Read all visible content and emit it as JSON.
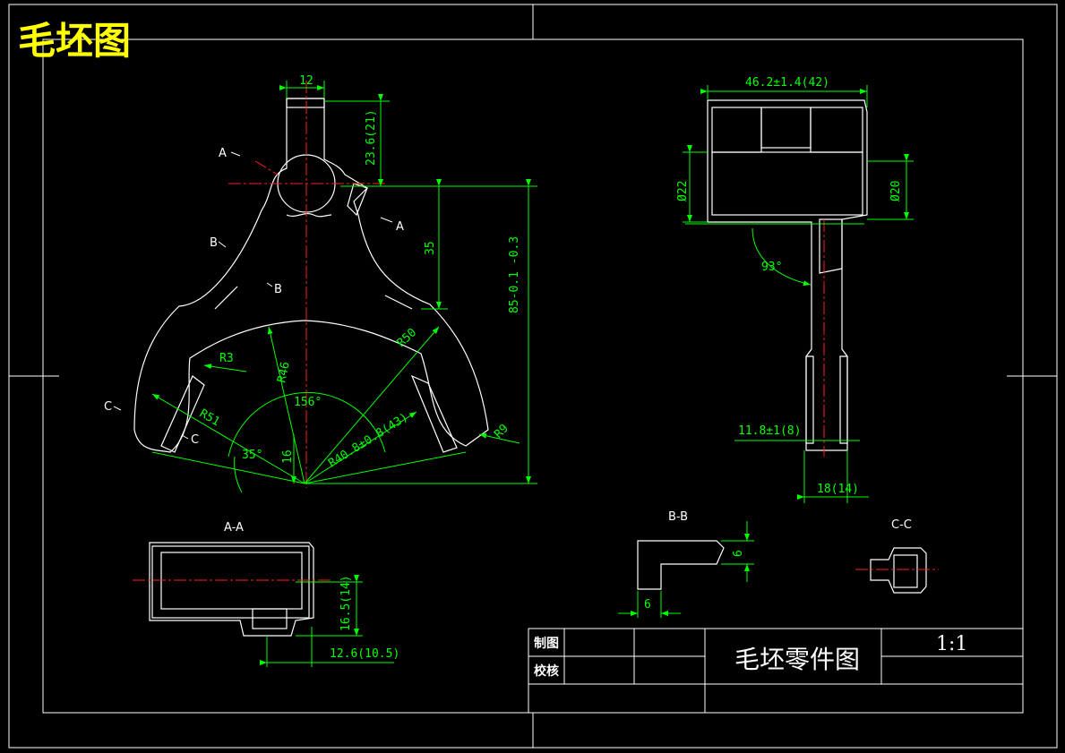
{
  "title": "毛坯图",
  "dims": {
    "d12": "12",
    "d23_6": "23.6(21)",
    "d35": "35",
    "d85": "85-0.1 -0.3",
    "r50": "R50",
    "r46": "R46",
    "r3": "R3",
    "r51": "R51",
    "r9": "R9",
    "a156": "156°",
    "a35": "35°",
    "d16": "16",
    "r40": "R40.8±0.8(43)",
    "d46": "46.2±1.4(42)",
    "d22": "Ø22",
    "d20": "Ø20",
    "a93": "93°",
    "d11_8": "11.8±1(8)",
    "d18": "18(14)",
    "d16_5": "16.5(14)",
    "d12_6": "12.6(10.5)",
    "d6a": "6",
    "d6b": "6"
  },
  "labels": {
    "a1": "A",
    "a2": "A",
    "b1": "B",
    "b2": "B",
    "c1": "C",
    "c2": "C",
    "sec_aa": "A-A",
    "sec_bb": "B-B",
    "sec_cc": "C-C"
  },
  "titleblock": {
    "drawn": "制图",
    "checked": "校核",
    "name": "毛坯零件图",
    "scale": "1:1"
  },
  "colors": {
    "outline": "#ffffff",
    "dimension": "#00ff00",
    "centerline": "#ff2020",
    "hatch": "#00ffff",
    "title": "#ffff00"
  }
}
